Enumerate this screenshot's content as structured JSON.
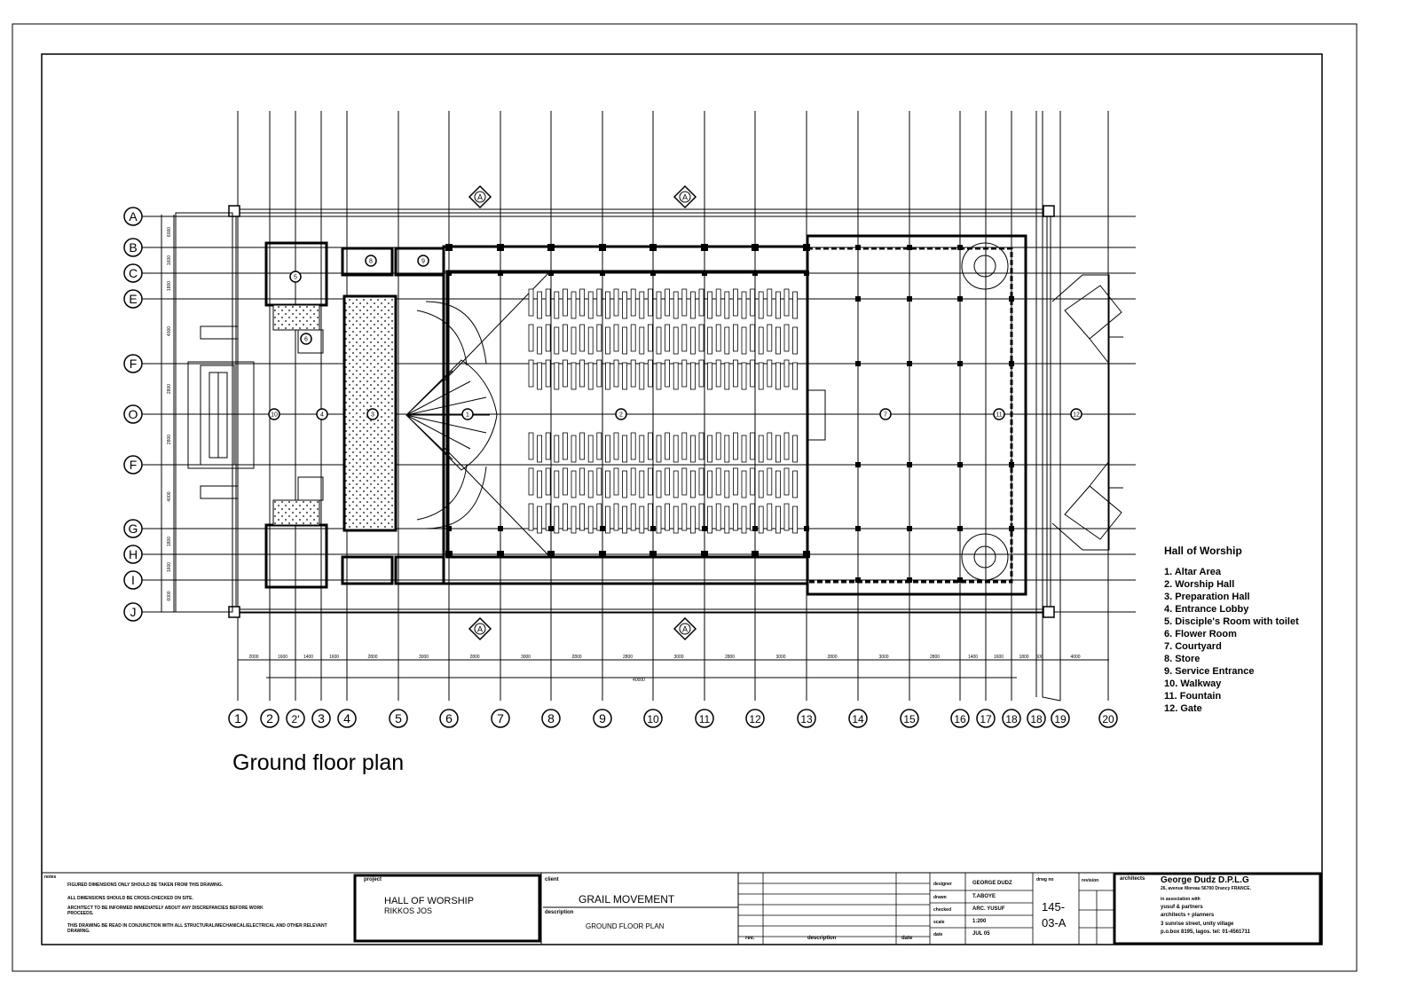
{
  "plan_title": "Ground floor plan",
  "legend": {
    "title": "Hall of Worship",
    "items": [
      "1. Altar Area",
      "2. Worship Hall",
      "3. Preparation Hall",
      "4. Entrance Lobby",
      "5. Disciple's Room with toilet",
      "6. Flower Room",
      "7. Courtyard",
      "8. Store",
      "9. Service Entrance",
      "10. Walkway",
      "11. Fountain",
      "12. Gate"
    ]
  },
  "grid_columns": [
    "1",
    "2",
    "2'",
    "3",
    "4",
    "5",
    "6",
    "7",
    "8",
    "9",
    "10",
    "11",
    "12",
    "13",
    "14",
    "15",
    "16",
    "17",
    "18",
    "18",
    "19",
    "20"
  ],
  "grid_rows": [
    "A",
    "B",
    "C",
    "E",
    "F",
    "O",
    "F",
    "G",
    "H",
    "I",
    "J"
  ],
  "row_dims": [
    "6000",
    "1600",
    "1800",
    "4000",
    "2800",
    "2800",
    "4000",
    "1800",
    "1600",
    "6000"
  ],
  "col_dims": [
    "2000",
    "1600",
    "1400",
    "1600",
    "2800",
    "3000",
    "2800",
    "3000",
    "2800",
    "2800",
    "3000",
    "2800",
    "3000",
    "2800",
    "3000",
    "2800",
    "1400",
    "1600",
    "1800",
    "600",
    "4000"
  ],
  "overall_dim": "40000",
  "section_marks": [
    "A",
    "A",
    "A",
    "A"
  ],
  "room_tags": [
    "1",
    "2",
    "3",
    "4",
    "5",
    "6",
    "7",
    "8",
    "9",
    "10",
    "11",
    "12"
  ],
  "title_block": {
    "notes_label": "notes",
    "notes": [
      "FIGURED DIMENSIONS ONLY SHOULD BE TAKEN FROM THIS DRAWING.",
      "ALL DIMENSIONS SHOULD BE CROSS-CHECKED ON SITE.",
      "ARCHITECT TO BE INFORMED IMMEDIATELY ABOUT ANY DISCREPANCIES BEFORE WORK PROCEEDS.",
      "THIS DRAWING BE READ IN CONJUNCTION WITH ALL STRUCTURAL/MECHANICAL/ELECTRICAL AND OTHER RELEVANT DRAWING."
    ],
    "project_label": "project",
    "project_line1": "HALL OF WORSHIP",
    "project_line2": "RIKKOS JOS",
    "client_label": "client",
    "client": "GRAIL MOVEMENT",
    "description_label": "description",
    "description": "GROUND FLOOR PLAN",
    "rev_label": "rev.",
    "rev_description_label": "description",
    "rev_date_label": "date",
    "designer_label": "designer",
    "designer": "GEORGE DUDZ",
    "drawn_label": "drawn",
    "drawn": "T.ABOYE",
    "checked_label": "checked",
    "checked": "ARC. YUSUF",
    "scale_label": "scale",
    "scale": "1:200",
    "date_label": "date",
    "date": "JUL 05",
    "drawing_no_label": "drwg no",
    "drawing_no_1": "145-",
    "drawing_no_2": "03-A",
    "revision_label": "revision",
    "architects_label": "architects",
    "architect_name": "George Dudz  D.P.L.G",
    "architect_address": "26, avenue Moreau 56700 Drancy FRANCE.",
    "association": "in association with",
    "partner_1": "yusuf & partners",
    "partner_2": "architects + planners",
    "partner_3": "3 sunrise street, unity village",
    "partner_4": "p.o.box 8195, lagos. tel: 01-4561711"
  }
}
